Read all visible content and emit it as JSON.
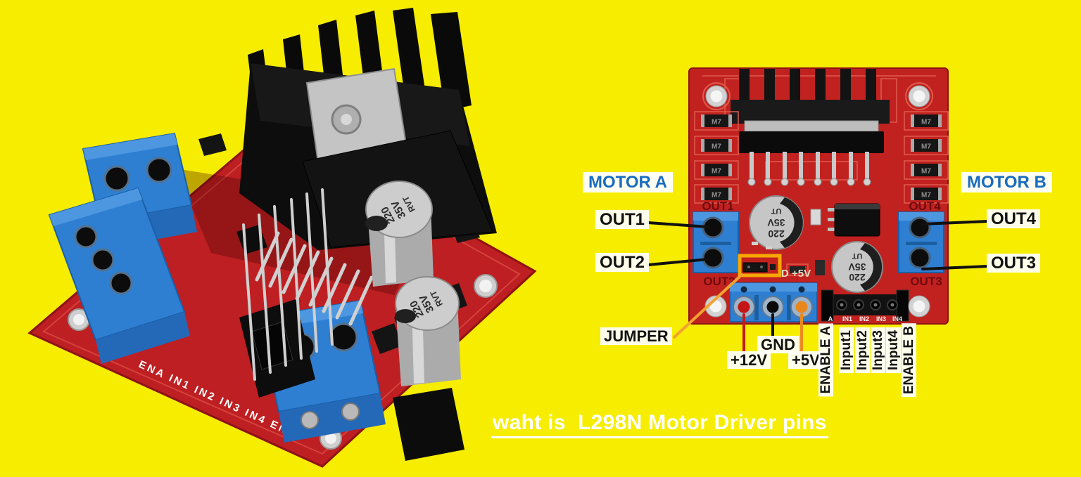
{
  "background_color": "#F6ED00",
  "title": {
    "text": "waht is  L298N Motor Driver pins",
    "color": "#FFFFFF"
  },
  "annotations": {
    "motor_a": "MOTOR A",
    "motor_b": "MOTOR B",
    "out1": "OUT1",
    "out2": "OUT2",
    "out3": "OUT3",
    "out4": "OUT4",
    "jumper": "JUMPER",
    "plus_12v": "+12V",
    "gnd": "GND",
    "plus_5v": "+5V",
    "enable_a": "ENABLE A",
    "input1": "Input1",
    "input2": "Input2",
    "input3": "Input3",
    "input4": "Input4",
    "enable_b": "ENABLE B",
    "colors": {
      "motor_label_blue": "#1A6CBE",
      "pin_label_black": "#121212",
      "pointer_black": "#111111",
      "pointer_red": "#C41A1A",
      "pointer_orange": "#EE8A1D",
      "jumper_pointer_orange": "#F2A231",
      "label_halo_white": "#FFFFFF"
    }
  },
  "right_board": {
    "silk": {
      "out1": "OUT1",
      "out2": "OUT2",
      "out3": "OUT3",
      "out4": "OUT4",
      "power": "D +5V",
      "header_a": "A",
      "in1": "IN1",
      "in2": "IN2",
      "in3": "IN3",
      "in4": "IN4",
      "diode": "M7",
      "cap_value": "220",
      "cap_voltage": "35V",
      "cap_brand": "UT"
    },
    "colors": {
      "pcb_red": "#C1221F",
      "terminal_blue": "#2E7FD2",
      "jumper_highlight_orange": "#F6A800",
      "plus12v_dot": "#C41616",
      "gnd_dot": "#0A0A0A",
      "plus5v_dot": "#E8871E"
    }
  },
  "left_photo": {
    "edge_silk": "ENA IN1 IN2 IN3 IN4 ENB",
    "cap_value": "220",
    "cap_voltage": "35V",
    "cap_brand": "RVT"
  }
}
